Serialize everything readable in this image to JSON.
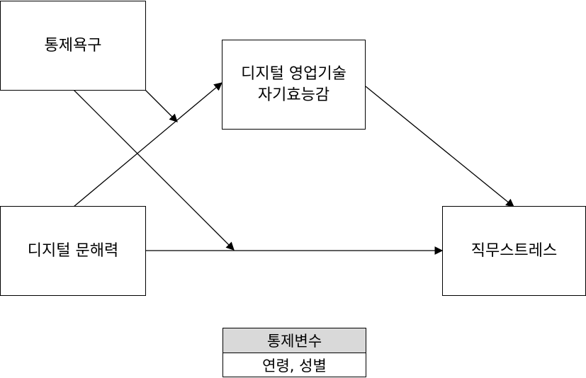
{
  "nodes": {
    "control_need": {
      "label": "통제욕구"
    },
    "digital_sales_efficacy": {
      "line1": "디지털 영업기술",
      "line2": "자기효능감"
    },
    "digital_literacy": {
      "label": "디지털 문해력"
    },
    "job_stress": {
      "label": "직무스트레스"
    }
  },
  "control_variables": {
    "header": "통제변수",
    "value": "연령, 성별"
  }
}
